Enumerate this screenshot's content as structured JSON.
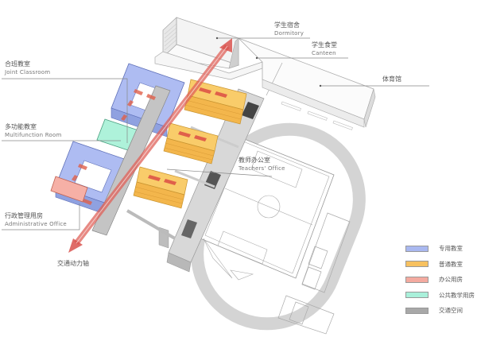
{
  "labels": {
    "dormitory": {
      "cn": "学生宿舍",
      "en": "Dormitory"
    },
    "canteen": {
      "cn": "学生食堂",
      "en": "Canteen"
    },
    "gym": {
      "cn": "体育馆"
    },
    "joint_classroom": {
      "cn": "合班教室",
      "en": "Joint Classroom"
    },
    "multifunction_room": {
      "cn": "多功能教室",
      "en": "Multifunction Room"
    },
    "teachers_office": {
      "cn": "教师办公室",
      "en": "Teachers' Office"
    },
    "administrative_office": {
      "cn": "行政管理用房",
      "en": "Administrative Office"
    },
    "circulation_axis": {
      "cn": "交通动力轴"
    }
  },
  "legend": [
    {
      "label": "专用教室",
      "color": "#a9b8f0"
    },
    {
      "label": "普通教室",
      "color": "#f7c160"
    },
    {
      "label": "办公用房",
      "color": "#f4aaa0"
    },
    {
      "label": "公共教学用房",
      "color": "#a9f0da"
    },
    {
      "label": "交通空间",
      "color": "#a8a8a8"
    }
  ],
  "colors": {
    "special_classroom": "#a9b8f0",
    "regular_classroom": "#f7c160",
    "office": "#f4aaa0",
    "public_teaching": "#a9f0da",
    "circulation": "#a8a8a8",
    "axis_arrow": "#d9534f"
  }
}
